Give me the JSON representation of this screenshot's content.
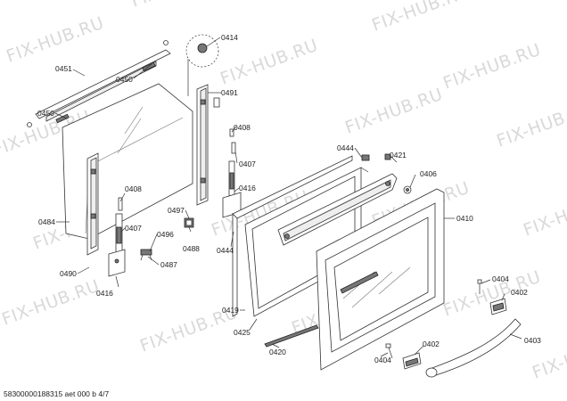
{
  "watermark": "FIX-HUB.RU",
  "footer": "58300000188315 aet 000 b 4/7",
  "labels": {
    "l0414": "0414",
    "l0451": "0451",
    "l0450a": "0450",
    "l0491": "0491",
    "l0450b": "0450",
    "l0408a": "0408",
    "l0407a": "0407",
    "l0444a": "0444",
    "l0421": "0421",
    "l0406": "0406",
    "l0416a": "0416",
    "l0408b": "0408",
    "l0410": "0410",
    "l0484": "0484",
    "l0497": "0497",
    "l0407b": "0407",
    "l0496": "0496",
    "l0488": "0488",
    "l0444b": "0444",
    "l0487": "0487",
    "l0490": "0490",
    "l0404a": "0404",
    "l0416b": "0416",
    "l0402a": "0402",
    "l0419": "0419",
    "l0425": "0425",
    "l0403": "0403",
    "l0420": "0420",
    "l0402b": "0402",
    "l0404b": "0404"
  }
}
